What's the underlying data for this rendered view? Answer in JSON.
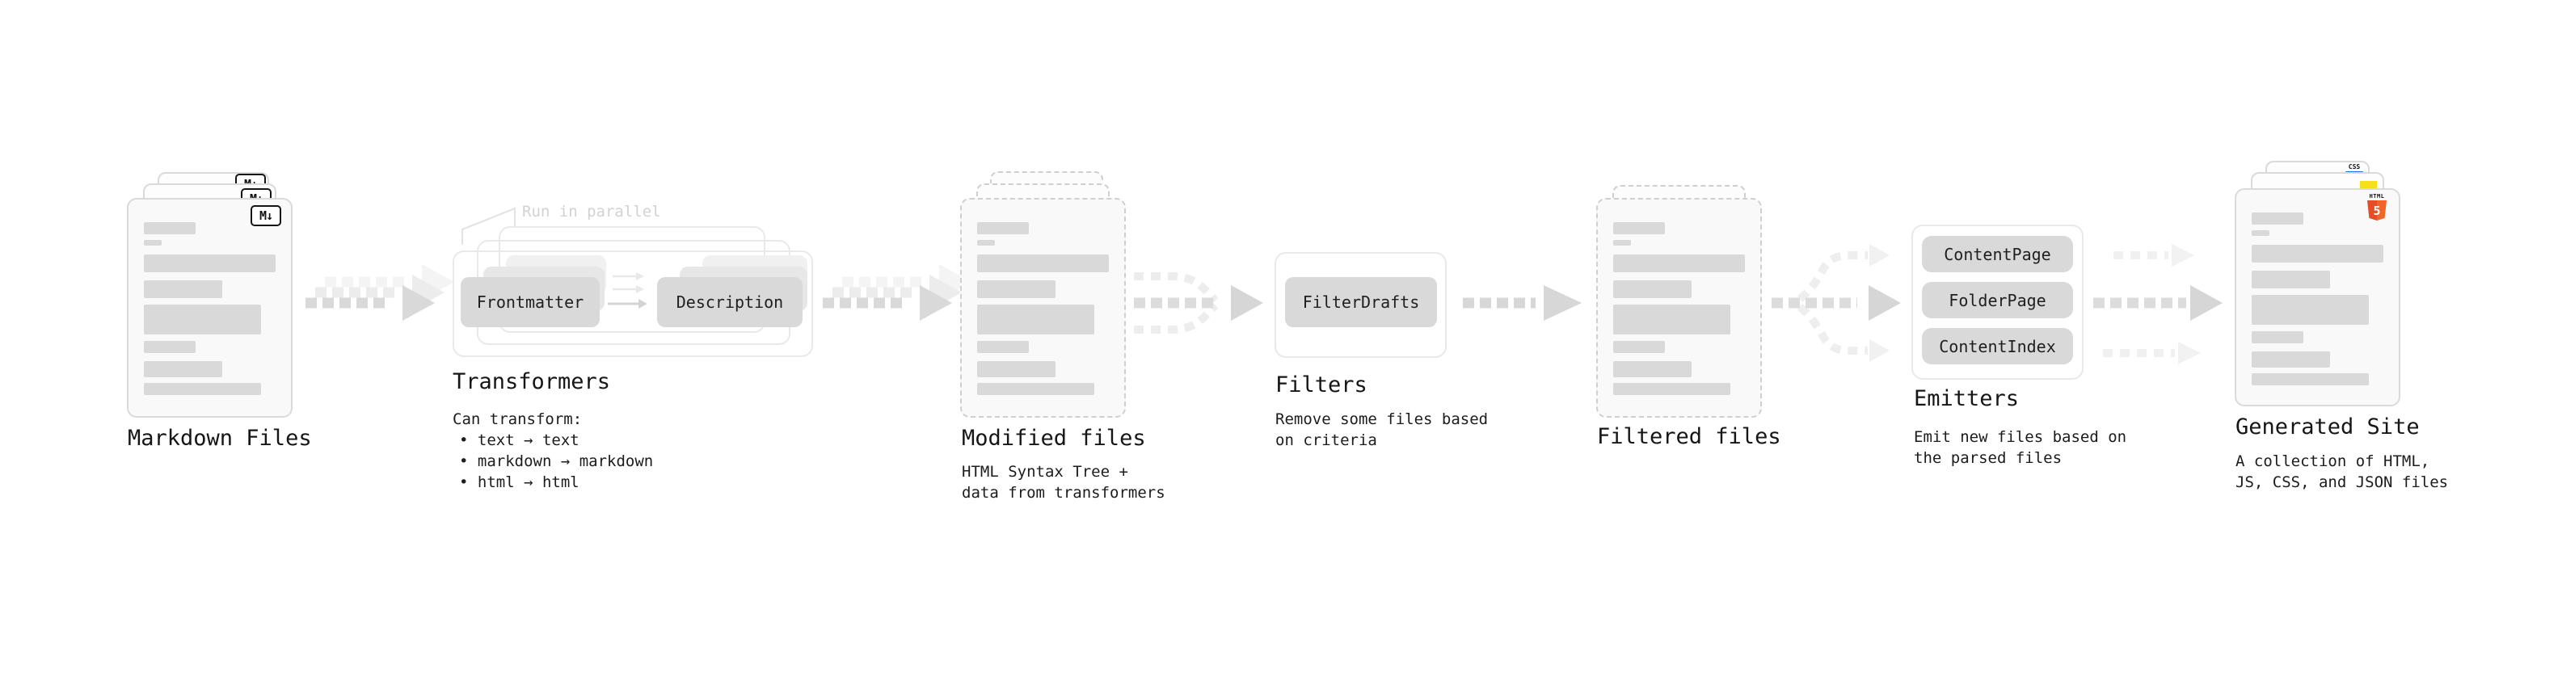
{
  "markdown_files": {
    "title": "Markdown Files",
    "badge": "M↓"
  },
  "transformers": {
    "title": "Transformers",
    "annotation": "Run in parallel",
    "buttons": [
      "Frontmatter",
      "Description"
    ],
    "description_lines": [
      "Can transform:",
      "• text → text",
      "• markdown → markdown",
      "• html → html"
    ]
  },
  "modified_files": {
    "title": "Modified files",
    "description_lines": [
      "HTML Syntax Tree +",
      "data from transformers"
    ]
  },
  "filters": {
    "title": "Filters",
    "buttons": [
      "FilterDrafts"
    ],
    "description_lines": [
      "Remove some files based",
      "on criteria"
    ]
  },
  "filtered_files": {
    "title": "Filtered files"
  },
  "emitters": {
    "title": "Emitters",
    "buttons": [
      "ContentPage",
      "FolderPage",
      "ContentIndex"
    ],
    "description_lines": [
      "Emit new files based on",
      "the parsed files"
    ]
  },
  "generated_site": {
    "title": "Generated Site",
    "badges": {
      "css": "CSS",
      "html_label": "HTML",
      "html_number": "5"
    },
    "description_lines": [
      "A collection of HTML,",
      "JS, CSS, and JSON files"
    ]
  },
  "colors": {
    "text": "#1c1c1c",
    "skeleton_gray": "#d9d9d9",
    "outline_gray": "#e9e9e9",
    "arrow_gray": "#d9d9d9",
    "html5_orange": "#e44d26",
    "css_blue": "#1a73e8",
    "js_yellow": "#f7df1e"
  }
}
